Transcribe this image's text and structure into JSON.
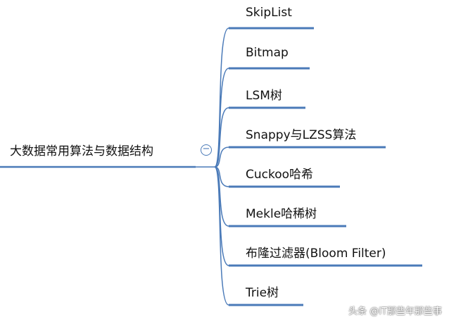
{
  "root": {
    "label": "大数据常用算法与数据结构"
  },
  "collapse_toggle": {
    "label": "−",
    "icon": "minus-circle-icon"
  },
  "branches": [
    {
      "label": "SkipList"
    },
    {
      "label": "Bitmap"
    },
    {
      "label": "LSM树"
    },
    {
      "label": "Snappy与LZSS算法"
    },
    {
      "label": "Cuckoo哈希"
    },
    {
      "label": "Mekle哈稀树"
    },
    {
      "label": "布隆过滤器(Bloom Filter)"
    },
    {
      "label": "Trie树"
    }
  ],
  "watermark": "头条 @IT那些年那些事",
  "colors": {
    "line": "#4a7ab8",
    "text": "#111111"
  }
}
